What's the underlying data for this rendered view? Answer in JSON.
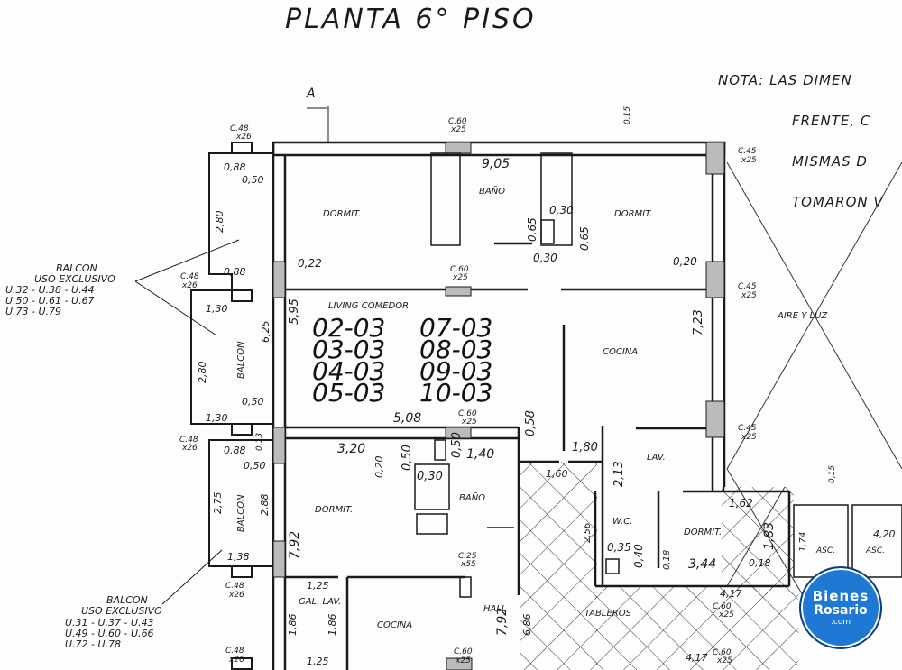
{
  "title": "PLANTA 6° PISO",
  "nota": [
    "NOTA: LAS DIMEN",
    "FRENTE, C",
    "MISMAS D",
    "TOMARON V"
  ],
  "section_marker": "A",
  "rooms": {
    "dormit_top_left": "DORMIT.",
    "bano_top": "BAÑO",
    "dormit_top_right": "DORMIT.",
    "living_comedor": "LIVING COMEDOR",
    "cocina_center": "COCINA",
    "lav": "LAV.",
    "wc": "W.C.",
    "dormit_right_lower": "DORMIT.",
    "dormit_lower_left": "DORMIT.",
    "bano_lower": "BAÑO",
    "gal_lav": "GAL. LAV.",
    "cocina_lower": "COCINA",
    "hall": "HALL",
    "aire_luz": "AIRE Y LUZ",
    "tableros": "TABLEROS",
    "asc1": "ASC.",
    "asc2": "ASC.",
    "balcon_upper": "BALCON",
    "balcon_lower": "BALCON"
  },
  "units_col1": [
    "02-03",
    "03-03",
    "04-03",
    "05-03"
  ],
  "units_col2": [
    "07-03",
    "08-03",
    "09-03",
    "10-03"
  ],
  "balcon_upper_note": [
    "BALCON",
    "USO EXCLUSIVO",
    "U.32 - U.38 - U.44",
    "U.50 - U.61 - U.67",
    "U.73 - U.79"
  ],
  "balcon_lower_note": [
    "BALCON",
    "USO EXCLUSIVO",
    "U.31 - U.37 - U.43",
    "U.49 - U.60 - U.66",
    "U.72 - U.78"
  ],
  "dimensions": {
    "d905": "9,05",
    "d030a": "0,30",
    "d065a": "0,65",
    "d065b": "0,65",
    "d030b": "0,30",
    "d022": "0,22",
    "d020": "0,20",
    "d595": "5,95",
    "d723": "7,23",
    "d625": "6,25",
    "d088a": "0,88",
    "d050a": "0,50",
    "d280a": "2,80",
    "d088b": "0,88",
    "d130a": "1,30",
    "d280b": "2,80",
    "d050b": "0,50",
    "d130b": "1,30",
    "d508": "5,08",
    "d058": "0,58",
    "d180": "1,80",
    "d160": "1,60",
    "d213": "2,13",
    "d320": "3,20",
    "d050c": "0,50",
    "d050d": "0,50",
    "d140": "1,40",
    "d030c": "0,30",
    "d088c": "0,88",
    "d050e": "0,50",
    "d275": "2,75",
    "d288": "2,88",
    "d138": "1,38",
    "d792a": "7,92",
    "d162": "1,62",
    "d183": "1,83",
    "d035": "0,35",
    "d040": "0,40",
    "d018a": "0,18",
    "d344": "3,44",
    "d018b": "0,18",
    "d256": "2,56",
    "d174": "1,74",
    "d420": "4,20",
    "d125a": "1,25",
    "d186a": "1,86",
    "d186b": "1,86",
    "d125b": "1,25",
    "d792b": "7,92",
    "d686": "6,86",
    "d417a": "4,17",
    "d417b": "4,17",
    "d013": "0,13",
    "d020b": "0,20",
    "d015": "0,15",
    "d015b": "0,15"
  },
  "columns": {
    "c60a": [
      "C.60",
      "x25"
    ],
    "c48a": [
      "C.48",
      "x26"
    ],
    "c45a": [
      "C.45",
      "x25"
    ],
    "c48b": [
      "C.48",
      "x26"
    ],
    "c60b": [
      "C.60",
      "x25"
    ],
    "c45b": [
      "C.45",
      "x25"
    ],
    "c60c": [
      "C.60",
      "x25"
    ],
    "c48c": [
      "C.48",
      "x26"
    ],
    "c45c": [
      "C.45",
      "x25"
    ],
    "c25": [
      "C.25",
      "x55"
    ],
    "c48d": [
      "C.48",
      "x26"
    ],
    "c60d": [
      "C.60",
      "x25"
    ],
    "c48e": [
      "C.48",
      "x26"
    ],
    "c60e": [
      "C.60",
      "x25"
    ],
    "c60f": [
      "C.60",
      "x25"
    ]
  },
  "logo": {
    "line1": "Bienes",
    "line2": "Rosario",
    "line3": ".com"
  },
  "colors": {
    "ink": "#1a1a1a",
    "logo_fill": "#1e78d4"
  }
}
